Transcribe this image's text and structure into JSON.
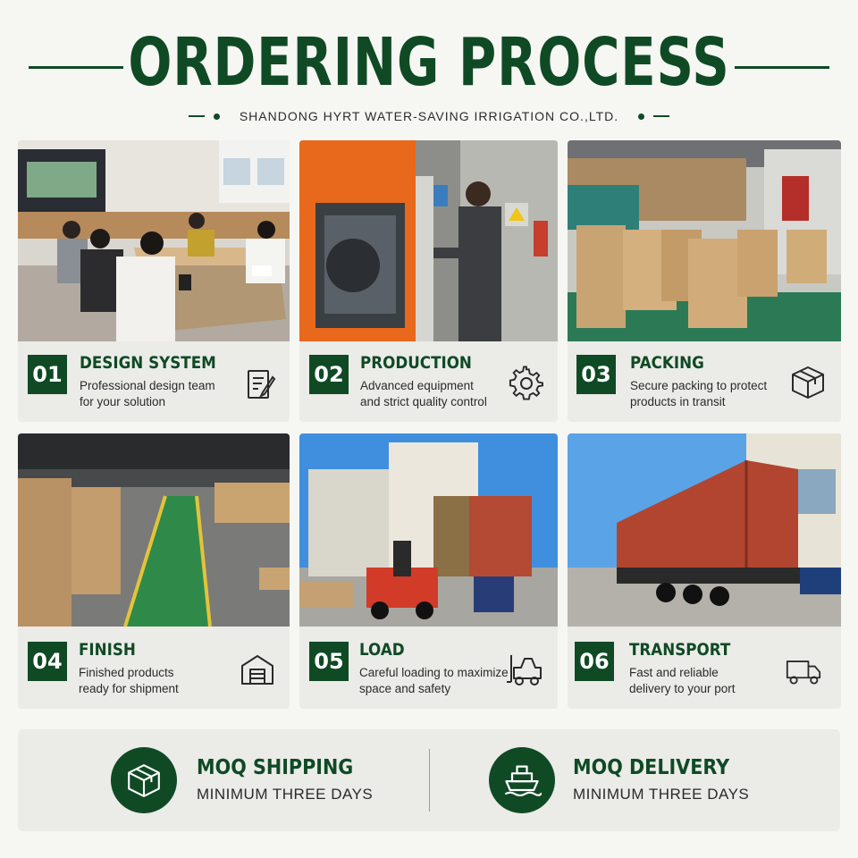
{
  "header": {
    "title": "ORDERING PROCESS",
    "subtitle": "SHANDONG HYRT WATER-SAVING IRRIGATION CO.,LTD."
  },
  "steps": [
    {
      "number": "01",
      "title": "DESIGN SYSTEM",
      "desc_line1": "Professional design team",
      "desc_line2": "for your solution",
      "icon": "document-pen-icon",
      "photo": "design-meeting-photo"
    },
    {
      "number": "02",
      "title": "PRODUCTION",
      "desc_line1": "Advanced equipment",
      "desc_line2": "and strict quality control",
      "icon": "gear-icon",
      "photo": "production-machine-photo"
    },
    {
      "number": "03",
      "title": "PACKING",
      "desc_line1": "Secure packing to protect",
      "desc_line2": "products in transit",
      "icon": "box-icon",
      "photo": "packing-cartons-photo"
    },
    {
      "number": "04",
      "title": "FINISH",
      "desc_line1": "Finished products",
      "desc_line2": "ready for shipment",
      "icon": "warehouse-icon",
      "photo": "warehouse-photo"
    },
    {
      "number": "05",
      "title": "LOAD",
      "desc_line1": "Careful loading to maximize",
      "desc_line2": "space and safety",
      "icon": "forklift-icon",
      "photo": "forklift-loading-photo"
    },
    {
      "number": "06",
      "title": "TRANSPORT",
      "desc_line1": "Fast and reliable",
      "desc_line2": "delivery to your port",
      "icon": "truck-icon",
      "photo": "container-truck-photo"
    }
  ],
  "moq": [
    {
      "title": "MOQ SHIPPING",
      "subtitle": "MINIMUM THREE DAYS",
      "icon": "package-icon"
    },
    {
      "title": "MOQ DELIVERY",
      "subtitle": "MINIMUM THREE DAYS",
      "icon": "ship-icon"
    }
  ],
  "colors": {
    "brand_green": "#0f4a25",
    "background": "#f6f6f3",
    "card": "#ebebe8"
  }
}
